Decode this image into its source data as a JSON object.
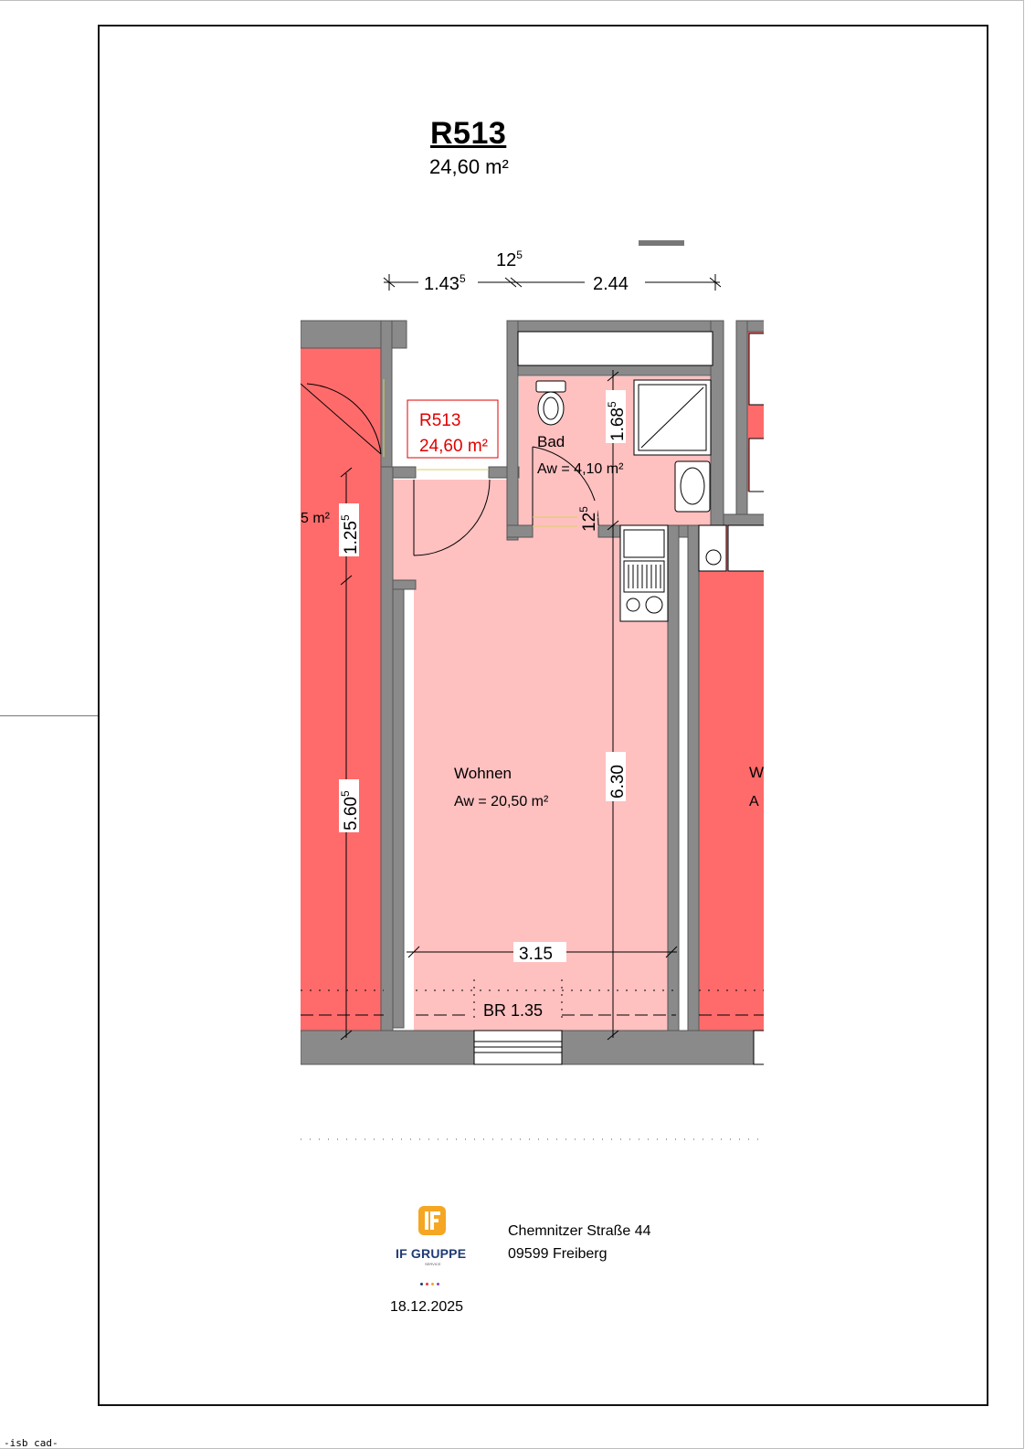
{
  "header": {
    "unit_id": "R513",
    "unit_area": "24,60 m²"
  },
  "plan": {
    "label_box": {
      "unit_id": "R513",
      "area": "24,60 m²"
    },
    "rooms": {
      "bad": {
        "name": "Bad",
        "area": "Aw = 4,10 m²"
      },
      "wohnen": {
        "name": "Wohnen",
        "area": "Aw = 20,50 m²"
      },
      "neighbor_left_area": "5 m²",
      "neighbor_right_name": "W",
      "neighbor_right_area": "A"
    },
    "dimensions": {
      "d1_main": "1.43",
      "d1_sup": "5",
      "d2_main": "12",
      "d2_sup": "5",
      "d3": "2.44",
      "d4_main": "1.68",
      "d4_sup": "5",
      "d5_main": "12",
      "d5_sup": "5",
      "d6_main": "1.25",
      "d6_sup": "5",
      "d7_main": "5.60",
      "d7_sup": "5",
      "d8": "6.30",
      "d9": "3.15"
    },
    "window_label": "BR 1.35",
    "colors": {
      "main_room": "#ffc0c0",
      "neighbor_room": "#ff6b6b",
      "wall": "#8a8a8a",
      "label_red": "#e00000"
    }
  },
  "footer": {
    "company": "IF GRUPPE",
    "company_sub": "SERVICE",
    "date": "18.12.2025",
    "street": "Chemnitzer Straße 44",
    "city": "09599 Freiberg"
  },
  "corner_tag": "-isb cad-"
}
